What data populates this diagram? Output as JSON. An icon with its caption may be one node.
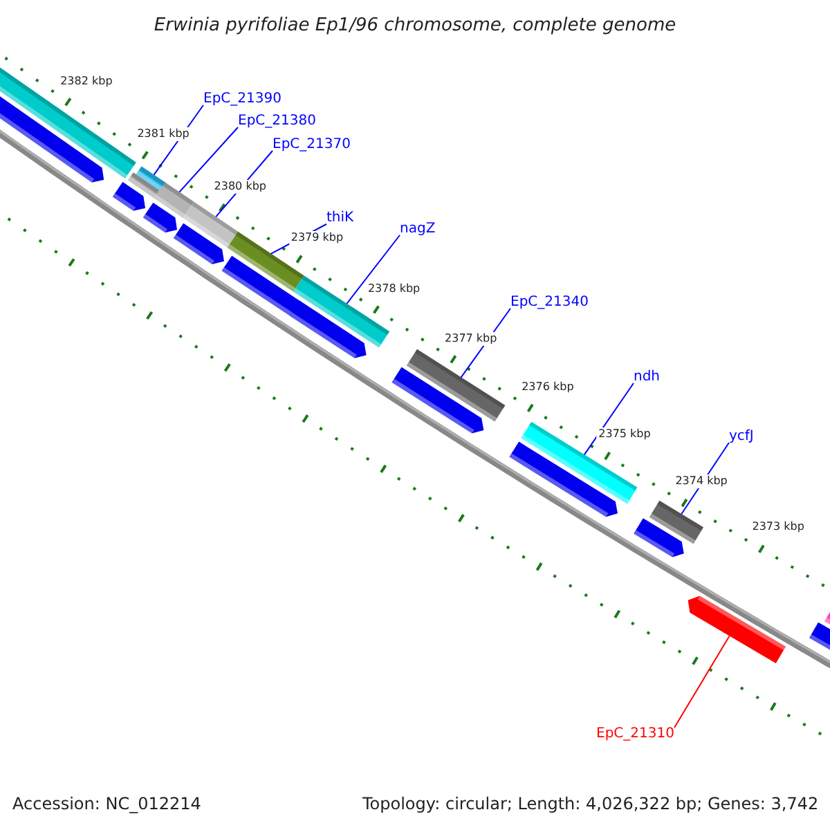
{
  "diagram": {
    "title": "Erwinia pyrifoliae Ep1/96 chromosome, complete genome",
    "nodes": [
      {
        "text": [
          "EpC_21390"
        ]
      },
      {
        "text": [
          "EpC_21380"
        ]
      },
      {
        "text": [
          "EpC_21370"
        ]
      },
      {
        "text": [
          "thiK"
        ]
      },
      {
        "text": [
          "nagZ"
        ]
      },
      {
        "text": [
          "EpC_21340"
        ]
      },
      {
        "text": [
          "ndh"
        ]
      },
      {
        "text": [
          "ycfJ"
        ]
      },
      {
        "text": [
          "EpC_21310"
        ]
      },
      {
        "text": [],
        "shape": "bar"
      },
      {
        "text": [],
        "shape": "bar"
      },
      {
        "text": [],
        "shape": "bar"
      },
      {
        "text": [],
        "shape": "bar"
      },
      {
        "text": [],
        "shape": "bar"
      },
      {
        "text": [],
        "shape": "bar"
      },
      {
        "text": [],
        "shape": "bar"
      },
      {
        "text": [],
        "shape": "bar"
      },
      {
        "text": [],
        "shape": "bar"
      }
    ],
    "edges": [
      {
        "from": 0,
        "to": 9,
        "arrow": "none"
      },
      {
        "from": 1,
        "to": 10,
        "arrow": "none"
      },
      {
        "from": 2,
        "to": 11,
        "arrow": "none"
      },
      {
        "from": 3,
        "to": 12,
        "arrow": "none"
      },
      {
        "from": 4,
        "to": 13,
        "arrow": "none"
      },
      {
        "from": 5,
        "to": 14,
        "arrow": "none"
      },
      {
        "from": 6,
        "to": 15,
        "arrow": "none"
      },
      {
        "from": 7,
        "to": 16,
        "arrow": "none"
      },
      {
        "from": 8,
        "to": 17,
        "arrow": "none",
        "color": "#ff0000"
      }
    ],
    "labels": [
      "2382 kbp",
      "2381 kbp",
      "2380 kbp",
      "2379 kbp",
      "2378 kbp",
      "2377 kbp",
      "2376 kbp",
      "2375 kbp",
      "2374 kbp",
      "2373 kbp",
      "Accession: NC_012214",
      "Topology: circular; Length: 4,026,322 bp; Genes: 3,742"
    ]
  }
}
